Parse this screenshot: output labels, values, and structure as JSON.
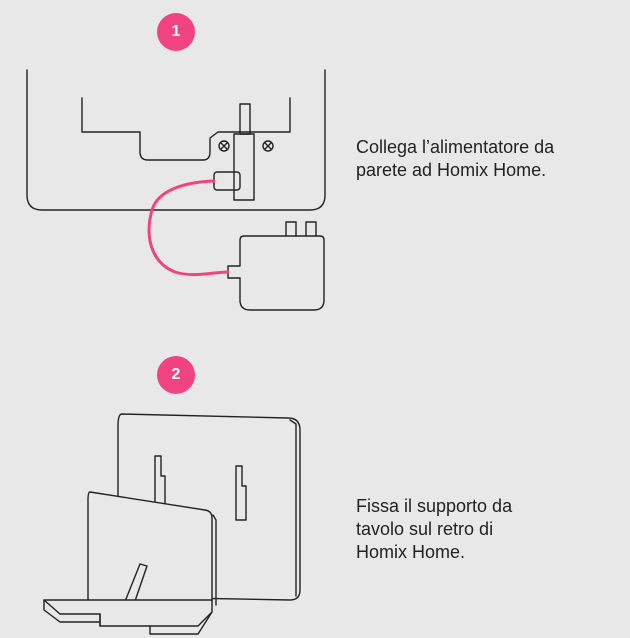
{
  "colors": {
    "accent": "#f0437f",
    "background": "#e8e8e8",
    "line": "#222222"
  },
  "steps": [
    {
      "number": "1",
      "text": "Collega l’alimentatore da\nparete ad Homix Home.",
      "illustration_icon": "power-adapter-connection-icon"
    },
    {
      "number": "2",
      "text": "Fissa il supporto da\ntavolo sul retro di\nHomix Home.",
      "illustration_icon": "desk-stand-mount-icon"
    }
  ]
}
